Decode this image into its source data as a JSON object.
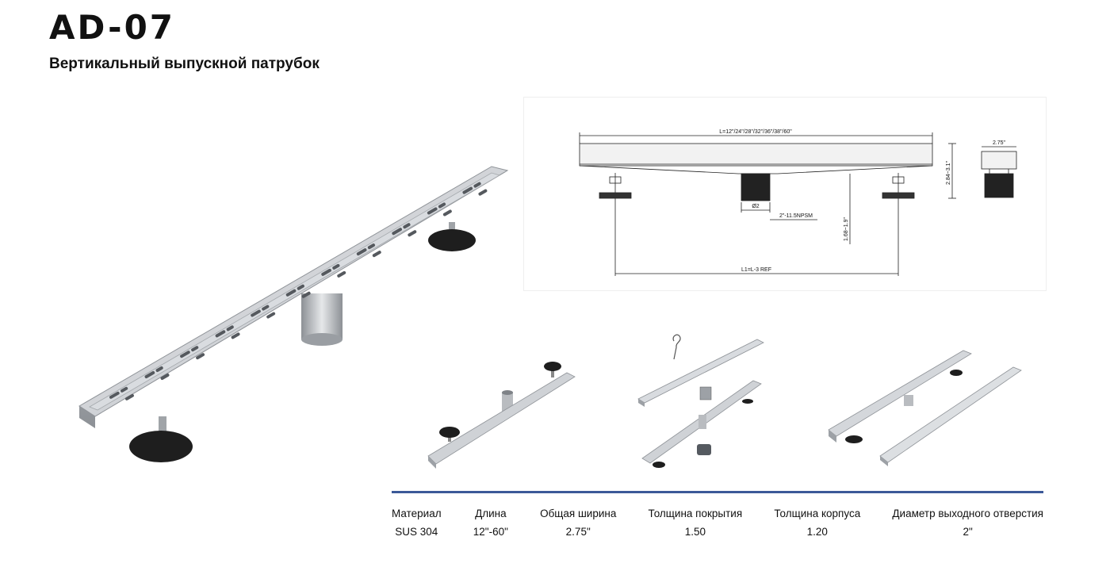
{
  "header": {
    "model": "AD-07",
    "subtitle": "Вертикальный выпускной патрубок"
  },
  "drawing": {
    "length_label": "L=12\"/24\"/28\"/32\"/36\"/38\"/60\"",
    "outlet_diameter_label": "Ø2",
    "thread_label": "2\"-11.5NPSM",
    "leg_height_label": "1.68~1.9\"",
    "total_height_label": "2.84~3.1\"",
    "l1_label": "L1=L-3  REF",
    "width_label": "2.75\""
  },
  "specs": [
    {
      "label": "Материал",
      "value": "SUS 304"
    },
    {
      "label": "Длина",
      "value": "12\"-60\""
    },
    {
      "label": "Общая ширина",
      "value": "2.75\""
    },
    {
      "label": "Толщина покрытия",
      "value": "1.50"
    },
    {
      "label": "Толщина корпуса",
      "value": "1.20"
    },
    {
      "label": "Диаметр выходного отверстия",
      "value": "2\""
    }
  ],
  "colors": {
    "rule": "#3b5998",
    "steel": "#c9ccd0",
    "rubber": "#1e1e1e"
  }
}
